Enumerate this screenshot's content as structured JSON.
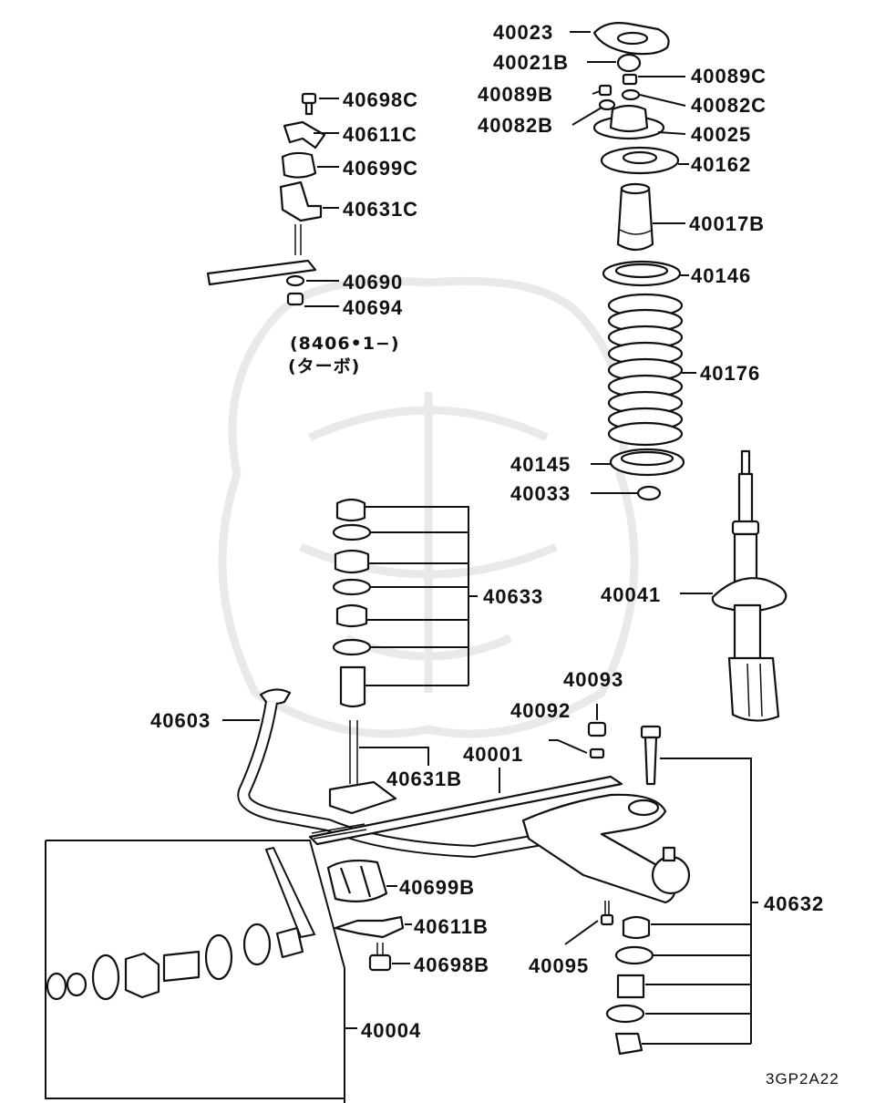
{
  "labels": {
    "p40023": "40023",
    "p40021B": "40021B",
    "p40089C": "40089C",
    "p40089B": "40089B",
    "p40082C": "40082C",
    "p40082B": "40082B",
    "p40025": "40025",
    "p40162": "40162",
    "p40017B": "40017B",
    "p40146": "40146",
    "p40176": "40176",
    "p40145": "40145",
    "p40033": "40033",
    "p40041": "40041",
    "p40698C": "40698C",
    "p40611C": "40611C",
    "p40699C": "40699C",
    "p40631C": "40631C",
    "p40690": "40690",
    "p40694": "40694",
    "p40633": "40633",
    "p40603": "40603",
    "p40631B": "40631B",
    "p40001": "40001",
    "p40093": "40093",
    "p40092": "40092",
    "p40699B": "40699B",
    "p40611B": "40611B",
    "p40698B": "40698B",
    "p40095": "40095",
    "p40632": "40632",
    "p40004": "40004"
  },
  "notes": {
    "date_code": "(8406•1−)",
    "variant": "(ターボ)"
  },
  "diagram_code": "3GP2A22"
}
